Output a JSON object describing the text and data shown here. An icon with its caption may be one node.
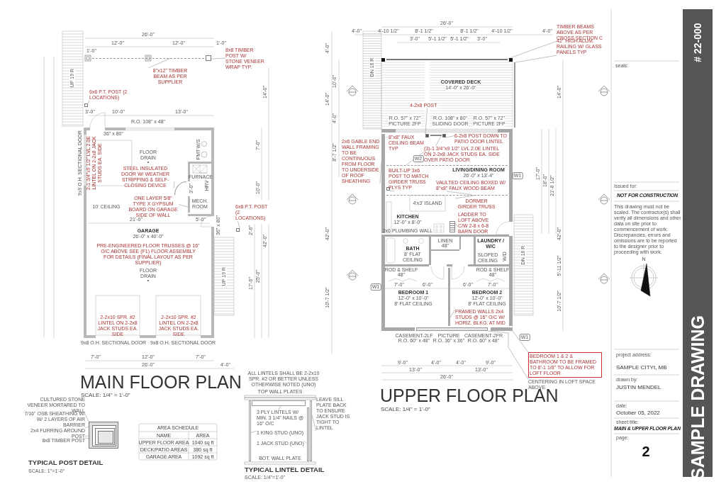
{
  "diagram": {
    "nodes": [
      {
        "text": [
          "# 22-000",
          "SAMPLE DRAWING"
        ]
      },
      {
        "text": [
          "8x8 TIMBER POST W/ STONE VENEER WRAP TYP."
        ]
      },
      {
        "text": [
          "8\"x12\" TIMBER BEAM AS PER SUPPLIER"
        ]
      },
      {
        "text": [
          "6x6 P.T. POST (2 LOCATIONS)"
        ]
      },
      {
        "text": [
          "STEEL INSULATED DOOR W/ WEATHER STRIPPING & SELF-CLOSING DEVICE"
        ]
      },
      {
        "text": [
          "ONE LAYER 5/8\" TYPE X GYPSUM BOARD ON GARAGE SIDE OF WALL"
        ]
      },
      {
        "text": [
          "6x6 P.T. POST (2 LOCATIONS)"
        ]
      },
      {
        "text": [
          "TIMBER BEAMS ABOVE AS PER CROSS SECTION C"
        ]
      },
      {
        "text": [
          "42\" HIGH ALUM. RAILING W/ GLASS PANELS TYP"
        ]
      },
      {
        "text": [
          "4-2x8 POST"
        ]
      },
      {
        "text": [
          "6-2x8 POST DOWN TO PATIO DOOR LINTEL"
        ]
      },
      {
        "text": [
          "(3)-1 3/4\"x9 1/2\" LVL 2.0E LINTEL ON 2-2x8 JACK STUDS EA. SIDE OVER PATIO DOOR"
        ]
      },
      {
        "text": [
          "2x6 GABLE END WALL FRAMING TO BE CONTINUOUS FROM FLOOR TO UNDERSIDE OF ROOF SHEATHING"
        ]
      },
      {
        "text": [
          "8\"x8\" FAUX CEILING BEAM TYP"
        ]
      },
      {
        "text": [
          "BUILT-UP 3x6 POST TO MATCH GIRDER TRUSS PLYS TYP"
        ]
      },
      {
        "text": [
          "VAULTED CEILING BOXED W/ 8\"x8\" FAUX WOOD BEAM"
        ]
      },
      {
        "text": [
          "DORMER GIRDER TRUSS"
        ]
      },
      {
        "text": [
          "LADDER TO LOFT ABOVE C/W 2-8 x 6-8 BARN DOOR"
        ]
      },
      {
        "text": [
          "FRAMED WALLS 2x4 STUDS @ 16\" O/C W/ HORIZ. BLKG. AT MID"
        ]
      },
      {
        "text": [
          "BEDROOM 1 & 2 & BATHROOM TO BE FRAMED TO 8'-1 1/8\" TO ALLOW FOR LOFT FLOOR"
        ]
      },
      {
        "text": [
          "CENTERING IN LOFT SPACE ABOVE"
        ]
      },
      {
        "text": [
          "CULTURED STONE VENEER MORTARED TO WALL"
        ]
      },
      {
        "text": [
          "7/16\" OSB SHEATHING W/ W/ 2 LAYERS OF AIR BARRIER"
        ]
      },
      {
        "text": [
          "2x4 FURRING AROUND POST"
        ]
      },
      {
        "text": [
          "8x8 TIMBER POST"
        ]
      },
      {
        "text": [
          "3 PLY LINTELS W/ MIN. 3 1/4\" NAILS @ 16\" O/C"
        ]
      },
      {
        "text": [
          "1 KING STUD (UNO)"
        ]
      },
      {
        "text": [
          "1 JACK STUD (UNO)"
        ]
      },
      {
        "text": [
          "LEAVE SILL PLATE BACK TO ENSURE JACK STUD IS TIGHT TO LINTEL"
        ]
      },
      {
        "text": [],
        "shape": "box"
      },
      {
        "text": [],
        "shape": "bar"
      },
      {
        "text": [],
        "shape": "box"
      },
      {
        "text": [],
        "shape": "door"
      },
      {
        "text": [],
        "shape": "bar"
      },
      {
        "text": [],
        "shape": "box"
      },
      {
        "text": [],
        "shape": "bar"
      },
      {
        "text": [],
        "shape": "bar"
      },
      {
        "text": [],
        "shape": "box"
      },
      {
        "text": [],
        "shape": "box"
      },
      {
        "text": [],
        "shape": "bar"
      },
      {
        "text": [],
        "shape": "bar"
      },
      {
        "text": [],
        "shape": "bar"
      },
      {
        "text": [],
        "shape": "box"
      },
      {
        "text": [],
        "shape": "bar"
      },
      {
        "text": [],
        "shape": "ladder"
      },
      {
        "text": [],
        "shape": "bar"
      },
      {
        "text": [],
        "shape": "bar"
      },
      {
        "text": [],
        "shape": "bar"
      },
      {
        "text": [],
        "shape": "box"
      },
      {
        "text": [],
        "shape": "box",
        "in": 48
      },
      {
        "text": [],
        "shape": "box",
        "in": 49
      },
      {
        "text": [],
        "shape": "box",
        "in": 50
      },
      {
        "text": [],
        "shape": "bar"
      },
      {
        "text": [],
        "shape": "bar"
      },
      {
        "text": [],
        "shape": "bar"
      },
      {
        "text": [],
        "shape": "bar"
      }
    ],
    "edges": [
      {
        "from": 1,
        "to": 29,
        "arrow": "none"
      },
      {
        "from": 2,
        "to": 30,
        "arrow": "none"
      },
      {
        "from": 3,
        "to": 31,
        "arrow": "none"
      },
      {
        "from": 4,
        "to": 32,
        "arrow": "none"
      },
      {
        "from": 5,
        "to": 33,
        "arrow": "none"
      },
      {
        "from": 6,
        "to": 34,
        "arrow": "none"
      },
      {
        "from": 7,
        "to": 35,
        "arrow": "none"
      },
      {
        "from": 8,
        "to": 36,
        "arrow": "none"
      },
      {
        "from": 9,
        "to": 37,
        "arrow": "none"
      },
      {
        "from": 10,
        "to": 38,
        "arrow": "none"
      },
      {
        "from": 11,
        "to": 39,
        "arrow": "none"
      },
      {
        "from": 12,
        "to": 40,
        "arrow": "none"
      },
      {
        "from": 13,
        "to": 41,
        "arrow": "none"
      },
      {
        "from": 14,
        "to": 42,
        "arrow": "none"
      },
      {
        "from": 15,
        "to": 43,
        "arrow": "none"
      },
      {
        "from": 16,
        "to": 43,
        "arrow": "none"
      },
      {
        "from": 17,
        "to": 44,
        "arrow": "none"
      },
      {
        "from": 18,
        "to": 45,
        "arrow": "none"
      },
      {
        "from": 19,
        "to": 46,
        "arrow": "none"
      },
      {
        "from": 20,
        "to": 47,
        "arrow": "none"
      },
      {
        "from": 21,
        "to": 48,
        "arrow": "none"
      },
      {
        "from": 22,
        "to": 49,
        "arrow": "none"
      },
      {
        "from": 23,
        "to": 50,
        "arrow": "none"
      },
      {
        "from": 24,
        "to": 51,
        "arrow": "none"
      },
      {
        "from": 25,
        "to": 52,
        "arrow": "none"
      },
      {
        "from": 26,
        "to": 53,
        "arrow": "none"
      },
      {
        "from": 27,
        "to": 54,
        "arrow": "none"
      },
      {
        "from": 28,
        "to": 55,
        "arrow": "none"
      }
    ],
    "labels": [
      "26'-0\"",
      "12'-0\"",
      "12'-0\"",
      "1'-0\"",
      "1'-0\"",
      "3'-0\"",
      "10'-0\"",
      "13'-0\"",
      "R.O. 108\" x 48\"",
      "36\" x 80\"",
      "9x9 O.H. SECTIONAL DOOR",
      "2-1 3/4\"x9 1/2\" LVL 2.0E LINTEL ON 2-2x8 JACK STUDS EA. SIDE",
      "FLOOR DRAIN",
      "W/S",
      "PMT",
      "FURNACE",
      "3'-0\"",
      "MECH. ROOM",
      "HRV",
      "10' CEILING",
      "21'-0\"",
      "5'-0\"",
      "36\" x 80\"",
      "GARAGE",
      "26'-0\" x 40'-0\"",
      "PRE-ENGINEERED FLOOR TRUSSES @ 16\" O/C ABOVE SEE (F1) FLOOR ASSEMBLY FOR DETAILS (FINAL LAYOUT AS PER SUPPLIER)",
      "FLOOR DRAIN",
      "2-2x10 SPR. #2 LINTEL ON 2-2x8 JACK STUDS EA. SIDE",
      "2-2x10 SPR. #2 LINTEL ON 2-2x8 JACK STUDS EA. SIDE",
      "9x8 O.H. SECTIONAL DOOR",
      "9x8 O.H. SECTIONAL DOOR",
      "7'-0\"",
      "12'-0\"",
      "7'-0\"",
      "26'-0\"",
      "4'-0\"",
      "14'-0\"",
      "7'-0\"",
      "10'-0\"",
      "2'-6\"",
      "42'-0\"",
      "25'-0\"",
      "17'-6\"",
      "UP 19 R",
      "UP 19 R",
      "MAIN FLOOR PLAN",
      "SCALE: 1/4\" = 1'-0\"",
      "26'-0\"",
      "4'-0\"",
      "4'-10 1/2\"",
      "8'-1 1/2\"",
      "8'-1 1/2\"",
      "4'-10 1/2\"",
      "4'-0\"",
      "3'-0\"",
      "5'-1 1/2\"",
      "5'-1 1/2\"",
      "3'-0\"",
      "COVERED DECK",
      "14'-0\" x 26'-0\"",
      "R.O. 57\" x 72\"",
      "PICTURE 2FP",
      "R.O. 108\" x 80\"",
      "SLIDING DOOR",
      "R.O. 57\" x 72\"",
      "PICTURE 2FP",
      "LIVING/DINING ROOM",
      "26'-0\" x 13'-4\"",
      "4'x3' ISLAND",
      "KITCHEN",
      "12'-0\" x 8'-0\"",
      "2x6 PLUMBING WALL",
      "LINEN",
      "48\"",
      "BATH",
      "8' FLAT CEILING",
      "LAUNDRY / W/C",
      "SLOPED CEILING",
      "W/D",
      "ROD & SHELF",
      "ROD & SHELF",
      "48\"",
      "48\"",
      "7'-0\"",
      "6'-0\"",
      "6'-0\"",
      "7'-0\"",
      "BEDROOM 1",
      "12'-0\" x 10'-0\"",
      "8' FLAT CEILING",
      "BEDROOM 2",
      "12'-0\" x 10'-0\"",
      "8' FLAT CEILING",
      "CASEMENT-2LF",
      "PICTURE",
      "CASEMENT-2FR",
      "R.O. 60\" x 48\"",
      "R.O. 36\" x 36\"",
      "R.O. 60\" x 48\"",
      "9'-0\"",
      "4'-0\"",
      "4'-0\"",
      "9'-0\"",
      "13'-0\"",
      "13'-0\"",
      "26'-0\"",
      "UPPER FLOOR PLAN",
      "SCALE: 1/4\" = 1'-0\"",
      "4'-0\"",
      "14'-0\"",
      "10'-0\"",
      "4'-0\"",
      "8'-7 1/2\"",
      "14'-0\"",
      "17'-0\"",
      "18'-0\"",
      "21'-8 1/2\"",
      "42'-0\"",
      "42'-0\"",
      "10'-7 1/2\"",
      "10'-7 1/2\"",
      "5'-11 1/2\"",
      "DN 16 R",
      "DN 16 R",
      "W2",
      "W1",
      "W1",
      "W1",
      "seals:",
      "Issued for:",
      "NOT FOR CONSTRUCTION",
      "This drawing must not be scaled. The contractor(s) shall verify all dimensions and other data on site prior to commencement of work. Discrepancies, errors and omissions are to be reported to the designer prior to proceeding with work.",
      "N",
      "project address:",
      "SAMPLE CITYt, MB",
      "drawn by:",
      "JUSTIN MENDEL",
      "date:",
      "October 05, 2022",
      "sheet title:",
      "MAIN & UPPER FLOOR PLAN",
      "page:",
      "2",
      "TYPICAL POST DETAIL",
      "SCALE: 1\"=1'-0\"",
      "AREA SCHEDULE",
      "NAME",
      "AREA",
      "UPPER FLOOR AREA",
      "1040 sq ft",
      "DECK/PATIO AREAS",
      "380 sq ft",
      "GARAGE AREA",
      "1092 sq ft",
      "ALL LINTELS SHALL BE 2-2x10 SPR. #2 OR BETTER UNLESS OTHERWISE NOTED (UNO)",
      "TOP WALL PLATES",
      "BOT. WALL PLATE",
      "TYPICAL LINTEL DETAIL",
      "SCALE: 1/4\"=1'-0\""
    ]
  }
}
